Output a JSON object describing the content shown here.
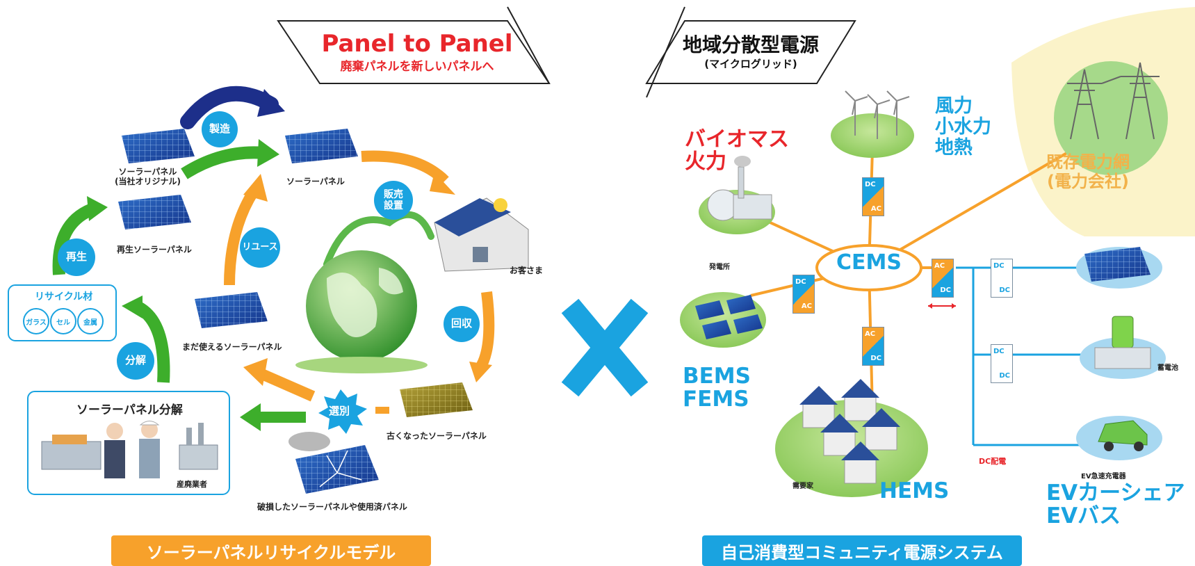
{
  "left": {
    "title_main": "Panel to Panel",
    "title_sub": "廃棄パネルを新しいパネルへ",
    "labels": {
      "panel_original": "ソーラーパネル\n(当社オリジナル)",
      "panel_new": "ソーラーパネル",
      "panel_recycled": "再生ソーラーパネル",
      "panel_usable": "まだ使えるソーラーパネル",
      "customer": "お客さま",
      "panel_old": "古くなったソーラーパネル",
      "panel_broken": "破損したソーラーパネルや使用済パネル",
      "industrial_waste": "産廃業者"
    },
    "steps": {
      "manufacture": "製造",
      "sales": "販売\n設置",
      "collect": "回収",
      "sort": "選別",
      "reuse": "リユース",
      "regenerate": "再生",
      "disassemble": "分解"
    },
    "recycle_box": {
      "title": "リサイクル材",
      "items": [
        "ガラス",
        "セル",
        "金属"
      ]
    },
    "disassembly_box": {
      "title": "ソーラーパネル分解"
    },
    "banner": "ソーラーパネルリサイクルモデル"
  },
  "center": {
    "multiply_symbol": "×"
  },
  "right": {
    "title_main": "地域分散型電源",
    "title_sub": "(マイクログリッド)",
    "center_node": "CEMS",
    "sources": {
      "biomass": "バイオマス\n火力",
      "renewables": "風力\n小水力\n地熱",
      "grid": "既存電力網\n(電力会社)",
      "bems": "BEMS\nFEMS",
      "hems": "HEMS",
      "ev": "EVカーシェア\nEVバス"
    },
    "small_labels": {
      "plant": "発電所",
      "consumer": "需要家",
      "battery": "蓄電池",
      "ev_charger": "EV急速充電器",
      "dc_distribution": "DC配電"
    },
    "converters": {
      "dc": "DC",
      "ac": "AC"
    },
    "banner": "自己消費型コミュニティ電源システム"
  },
  "colors": {
    "orange": "#f7a12b",
    "green": "#3dae2b",
    "blue": "#1aa3e0",
    "navy": "#1d2f8a",
    "red": "#e8262b",
    "light_yellow": "#fbf3c9",
    "light_green": "#9fd36b"
  }
}
